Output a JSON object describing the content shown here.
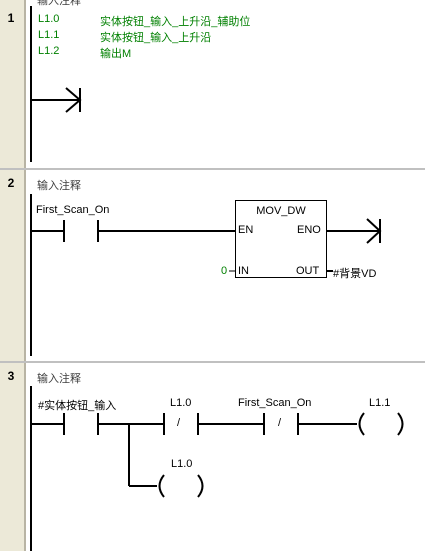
{
  "networks": [
    {
      "number": "1",
      "comment": "输入注释",
      "symbols": [
        {
          "addr": "L1.0",
          "desc": "实体按钮_输入_上升沿_辅助位"
        },
        {
          "addr": "L1.1",
          "desc": "实体按钮_输入_上升沿"
        },
        {
          "addr": "L1.2",
          "desc": "输出M"
        }
      ]
    },
    {
      "number": "2",
      "comment": "输入注释",
      "contact": "First_Scan_On",
      "box": {
        "title": "MOV_DW",
        "en": "EN",
        "eno": "ENO",
        "in": "IN",
        "out": "OUT",
        "in_value": "0",
        "out_value": "#背景VD"
      }
    },
    {
      "number": "3",
      "comment": "输入注释",
      "contact1": "#实体按钮_输入",
      "contact2": "L1.0",
      "contact2_mod": "/",
      "contact3": "First_Scan_On",
      "contact3_mod": "/",
      "coil1": "L1.1",
      "coil2": "L1.0"
    }
  ]
}
